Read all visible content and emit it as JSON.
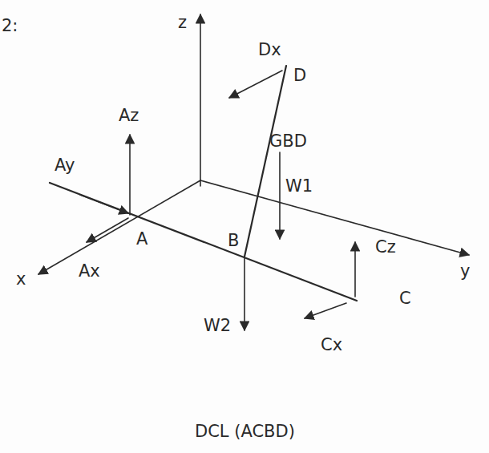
{
  "diagram": {
    "labels": [
      "2:",
      "z",
      "Dx",
      "D",
      "Az",
      "Ay",
      "GBD",
      "W1",
      "A",
      "B",
      "Cz",
      "y",
      "x",
      "Ax",
      "C",
      "W2",
      "Cx",
      "DCL (ACBD)"
    ]
  }
}
